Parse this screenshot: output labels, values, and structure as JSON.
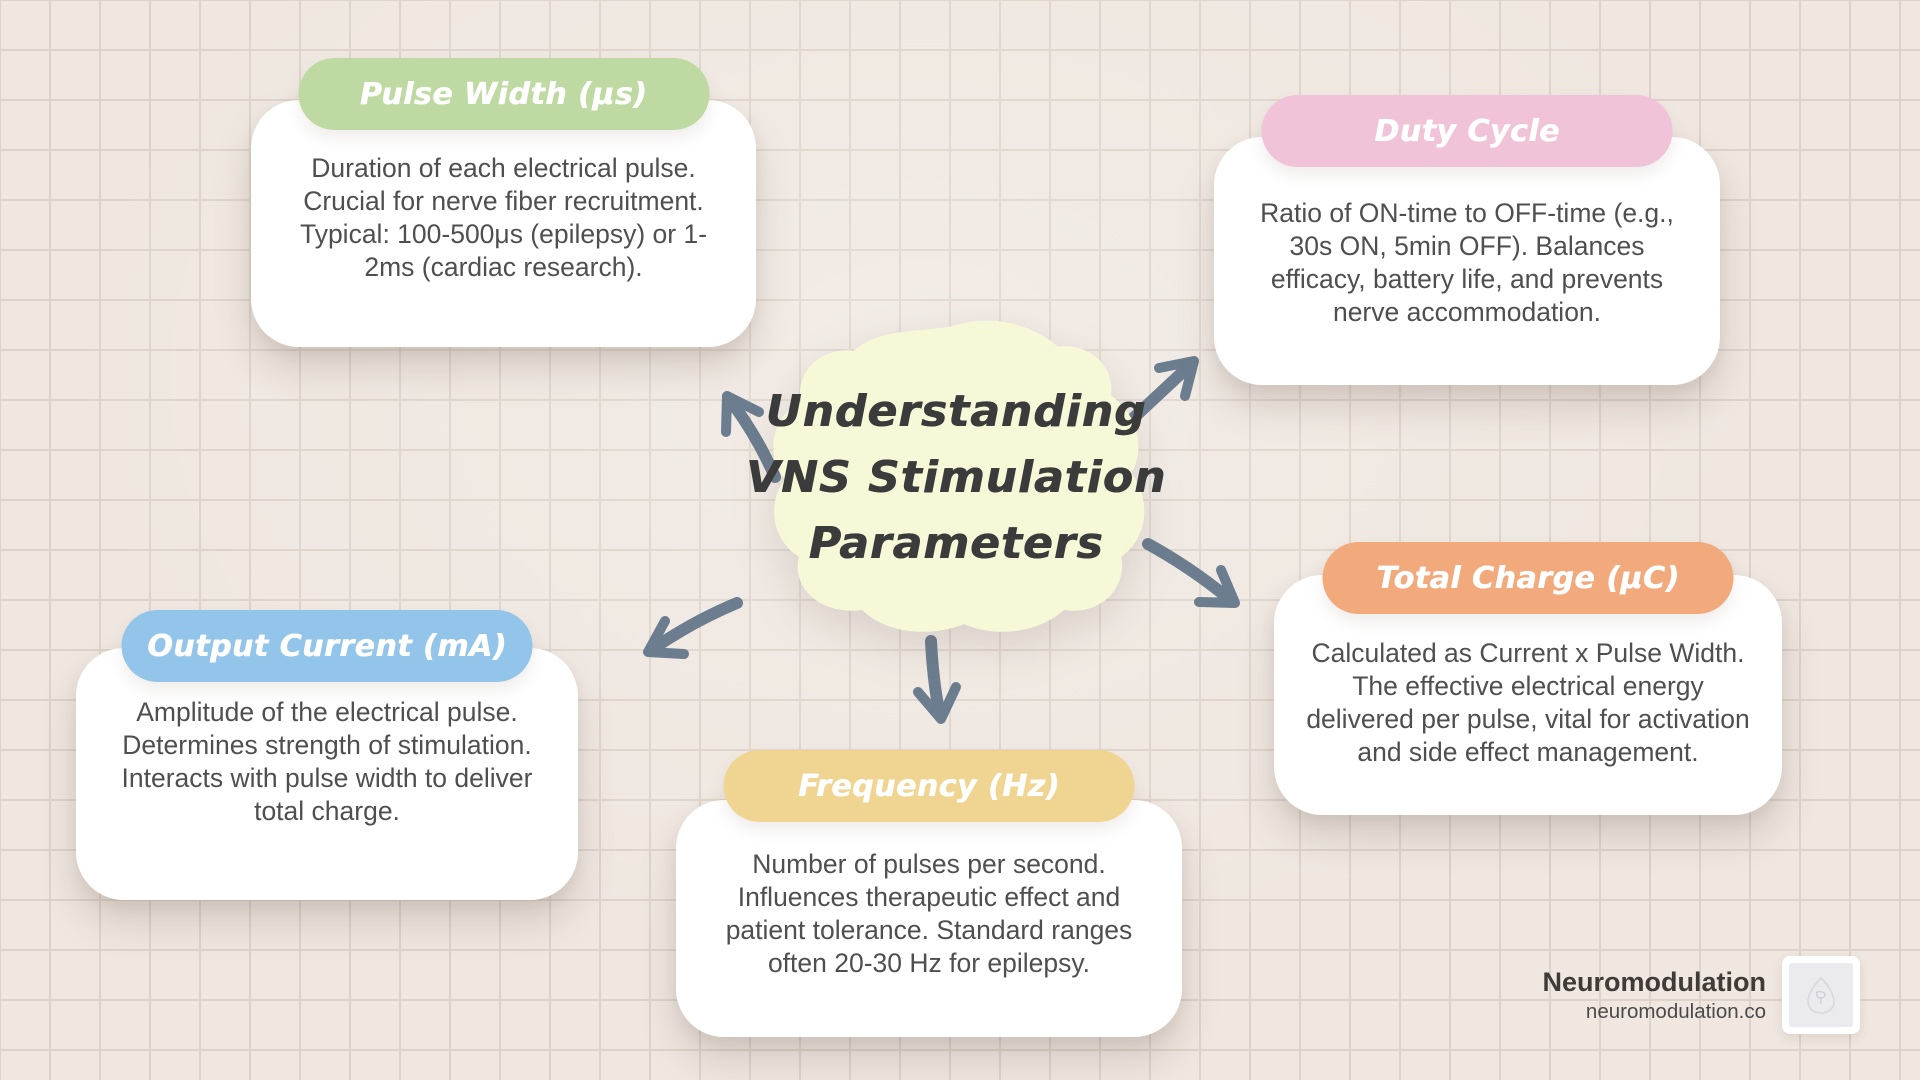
{
  "page": {
    "background_color": "#EFE7E0",
    "grid_line_color": "#DDD3CA",
    "arrow_color": "#6B7D8F",
    "body_text_color": "#4F4F4F"
  },
  "center": {
    "title_lines": [
      "Understanding",
      "VNS Stimulation",
      "Parameters"
    ],
    "blob_color": "#F7F8D8",
    "text_color": "#3B3B3B"
  },
  "cards": [
    {
      "id": "pulse-width",
      "label": "Pulse Width (μs)",
      "color": "#BED9A2",
      "body": "Duration of each electrical pulse. Crucial for nerve fiber recruitment. Typical: 100-500μs (epilepsy) or 1-2ms (cardiac research)."
    },
    {
      "id": "duty-cycle",
      "label": "Duty Cycle",
      "color": "#F0C3D9",
      "body": "Ratio of ON-time to OFF-time (e.g., 30s ON, 5min OFF). Balances efficacy, battery life, and prevents nerve accommodation."
    },
    {
      "id": "output-current",
      "label": "Output Current (mA)",
      "color": "#93C5EA",
      "body": "Amplitude of the electrical pulse. Determines strength of stimulation. Interacts with pulse width to deliver total charge."
    },
    {
      "id": "frequency",
      "label": "Frequency (Hz)",
      "color": "#F0D592",
      "body": "Number of pulses per second. Influences therapeutic effect and patient tolerance. Standard ranges often 20-30 Hz for epilepsy."
    },
    {
      "id": "total-charge",
      "label": "Total Charge (μC)",
      "color": "#F2A97C",
      "body": "Calculated as Current x Pulse Width. The effective electrical energy delivered per pulse, vital for activation and side effect management."
    }
  ],
  "attribution": {
    "name": "Neuromodulation",
    "url": "neuromodulation.co"
  }
}
